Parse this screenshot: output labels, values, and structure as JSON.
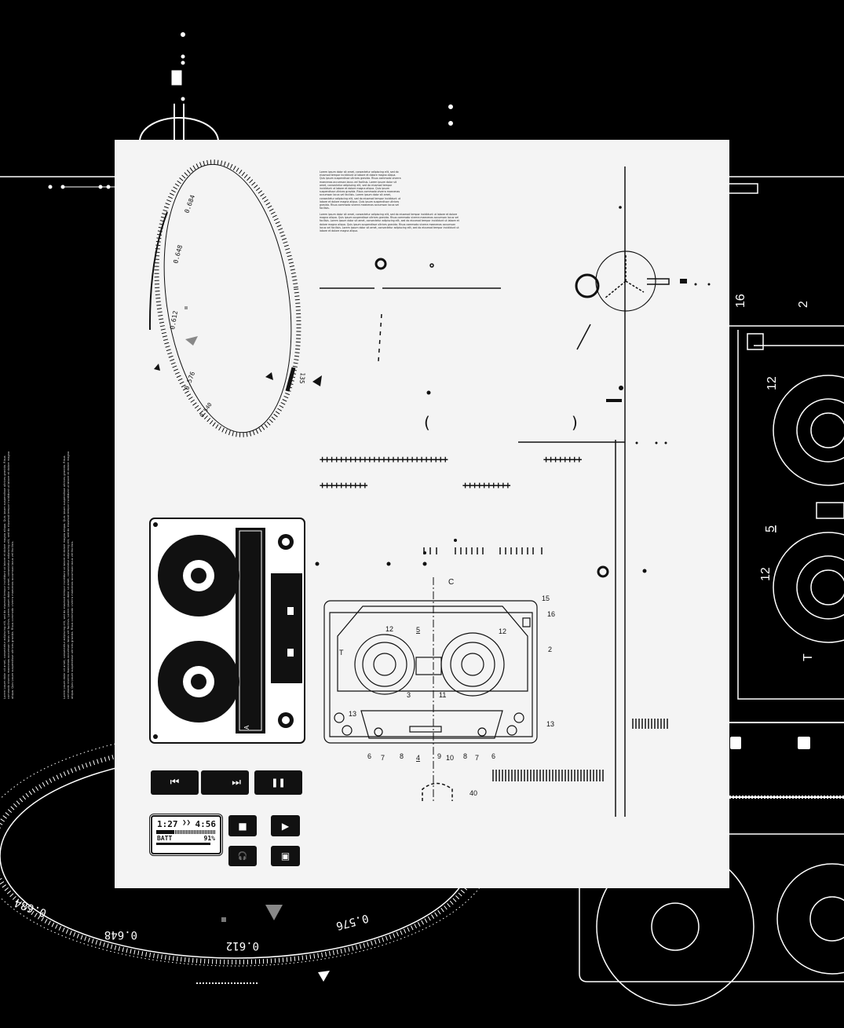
{
  "dial": {
    "labels": [
      "0.684",
      "0.648",
      "0.612",
      "0.576",
      "0.540"
    ],
    "small_label": "135"
  },
  "lorem": {
    "para1": "Lorem ipsum dolor sit amet, consectetur adipiscing elit, sed do eiusmod tempor incididunt ut labore et dolore magna aliqua. Quis ipsum suspendisse ultrices gravida. Risus commodo viverra maecenas accumsan lacus vel facilisis. Lorem ipsum dolor sit amet, consectetur adipiscing elit, sed do eiusmod tempor incididunt ut labore et dolore magna aliqua. Quis ipsum suspendisse ultrices gravida. Risus commodo viverra maecenas accumsan lacus vel facilisis. Lorem ipsum dolor sit amet, consectetur adipiscing elit, sed do eiusmod tempor incididunt ut labore et dolore magna aliqua. Quis ipsum suspendisse ultrices gravida. Risus commodo viverra maecenas accumsan lacus vel facilisis.",
    "para2": "Lorem ipsum dolor sit amet, consectetur adipiscing elit, sed do eiusmod tempor incididunt ut labore et dolore magna aliqua. Quis ipsum suspendisse ultrices gravida. Risus commodo viverra maecenas accumsan lacus vel facilisis. Lorem ipsum dolor sit amet, consectetur adipiscing elit, sed do eiusmod tempor incididunt ut labore et dolore magna aliqua. Quis ipsum suspendisse ultrices gravida. Risus commodo viverra maecenas accumsan lacus vel facilisis. Lorem ipsum dolor sit amet, consectetur adipiscing elit, sed do eiusmod tempor incididunt ut labore et dolore magna aliqua.",
    "side": "Lorem ipsum dolor sit amet, consectetur adipiscing elit, sed do eiusmod tempor incididunt ut labore et dolore magna aliqua. Quis ipsum suspendisse ultrices gravida. Risus commodo viverra maecenas accumsan lacus vel facilisis. Lorem ipsum dolor sit amet, consectetur adipiscing elit, sed do eiusmod tempor incididunt ut labore et dolore magna aliqua. Quis ipsum suspendisse ultrices gravida. Risus commodo viverra maecenas accumsan lacus vel facilisis."
  },
  "plus_rows": {
    "row1a": "+++++++++++++++++++++++++++",
    "row1b": "++++++++",
    "row2a": "++++++++++",
    "row2b": "++++++++++"
  },
  "brackets": {
    "left": "(",
    "right": ")"
  },
  "diagram": {
    "labels": {
      "c": "C",
      "n15": "15",
      "n16": "16",
      "n2": "2",
      "n12a": "12",
      "n12b": "12",
      "n5": "5",
      "t": "T",
      "n3": "3",
      "n11": "11",
      "n13a": "13",
      "n13b": "13",
      "n6a": "6",
      "n7a": "7",
      "n8a": "8",
      "n4": "4",
      "n9": "9",
      "n10": "10",
      "n8b": "8",
      "n7b": "7",
      "n6b": "6",
      "n40": "40"
    }
  },
  "background_diagram": {
    "labels": {
      "n16": "16",
      "n2": "2",
      "n12a": "12",
      "n5": "5",
      "n12b": "12",
      "t": "T"
    }
  },
  "cassette": {
    "side_label": "A"
  },
  "player": {
    "prev_icon": "⏮",
    "next_icon": "⏭",
    "pause_icon": "❚❚",
    "stop_icon": "■",
    "play_icon": "▶",
    "headphones_icon": "🎧",
    "image_icon": "▣",
    "elapsed": "1:27",
    "direction": "❯❯",
    "total": "4:56",
    "batt_label": "BATT",
    "batt_value": "91%",
    "progress": 0.3,
    "battery": 0.91
  },
  "colors": {
    "background": "#000000",
    "panel": "#f4f4f4",
    "ink": "#111111"
  }
}
